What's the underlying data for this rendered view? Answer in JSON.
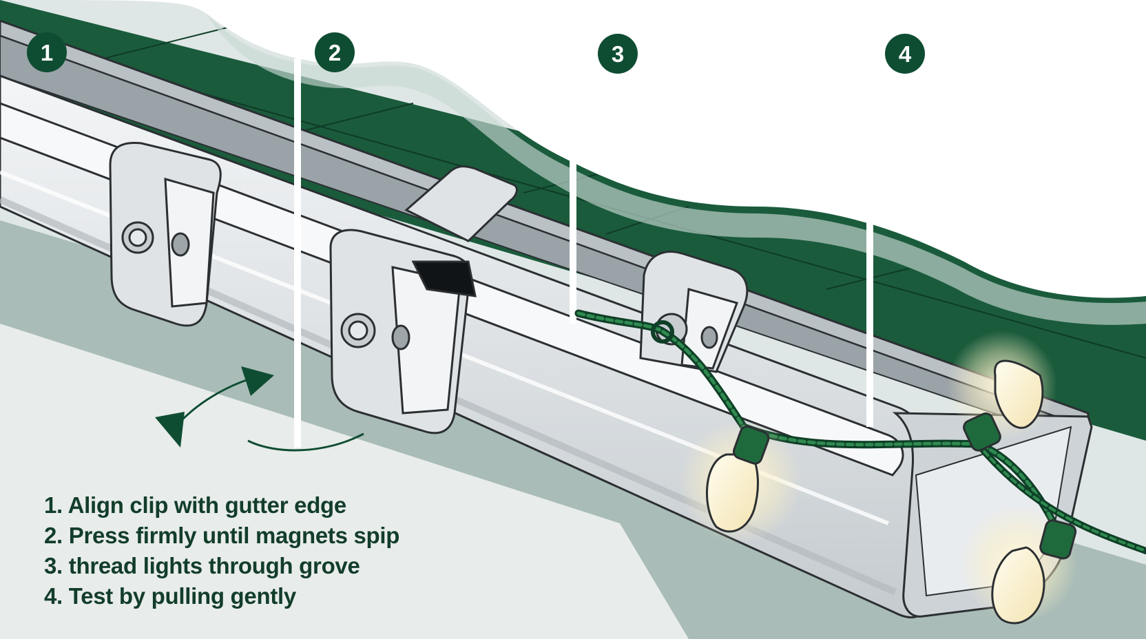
{
  "steps": {
    "badges": [
      "1",
      "2",
      "3",
      "4"
    ],
    "instructions": [
      "1. Align clip with gutter edge",
      "2. Press firmly until magnets spip",
      "3. thread lights through grove",
      "4. Test by pulling gently"
    ]
  },
  "colors": {
    "badge_fill": "#0f4d33",
    "roof_green": "#1a5b3c",
    "snow": "#ffffff",
    "sky": "#dfe7e6",
    "ground": "#a9bcb7",
    "gutter_metal": "#dfe3e6",
    "outline": "#2b2f32",
    "wire_green": "#1f6a3c",
    "bulb_glow": "#fff4cf",
    "text": "#123d2b"
  },
  "icons": [
    "curved-double-arrow-icon",
    "light-bulb-icon",
    "snowflake-dot-icon"
  ]
}
